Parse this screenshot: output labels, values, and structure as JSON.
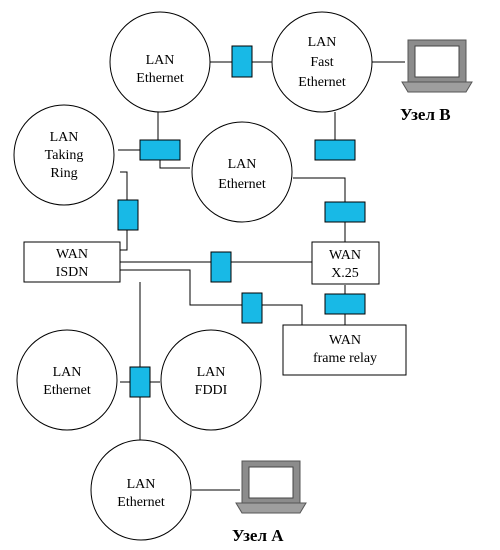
{
  "nodes": {
    "lan_eth_top": [
      "LAN",
      "Ethernet"
    ],
    "lan_fast": [
      "LAN",
      "Fast",
      "Ethernet"
    ],
    "lan_token": [
      "LAN",
      "Taking",
      "Ring"
    ],
    "lan_eth_mid": [
      "LAN",
      "Ethernet"
    ],
    "wan_isdn": [
      "WAN",
      "ISDN"
    ],
    "wan_x25": [
      "WAN",
      "X.25"
    ],
    "wan_frame": [
      "WAN",
      "frame relay"
    ],
    "lan_eth_left": [
      "LAN",
      "Ethernet"
    ],
    "lan_fddi": [
      "LAN",
      "FDDI"
    ],
    "lan_eth_bottom": [
      "LAN",
      "Ethernet"
    ]
  },
  "hosts": {
    "node_b": "Узел В",
    "node_a": "Узел А"
  },
  "colors": {
    "bridge": "#18b9e6",
    "screen": "#ffffff",
    "computer_body": "#8c8c8c"
  }
}
